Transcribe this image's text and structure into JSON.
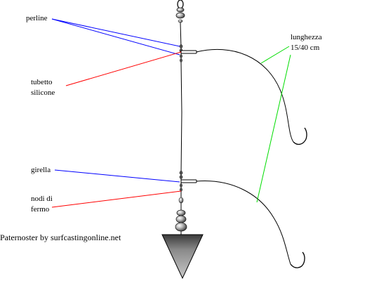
{
  "labels": {
    "perline": "perline",
    "tubetto_line1": "tubetto",
    "tubetto_line2": "silicone",
    "girella": "girella",
    "nodi_line1": "nodi di",
    "nodi_line2": "fermo",
    "lunghezza_line1": "lunghezza",
    "lunghezza_line2": "15/40 cm"
  },
  "caption": "Paternoster by surfcastingonline.net",
  "colors": {
    "perline_leader": "#0000ff",
    "tubetto_leader": "#ff0000",
    "girella_leader": "#0000ff",
    "nodi_leader": "#ff0000",
    "lunghezza_leader": "#00dd00",
    "line": "#000000",
    "swivel_silver": "#9a9a9a",
    "sinker": "#6e6e6e"
  },
  "icons": [
    "swivel-icon",
    "bead-icon",
    "hook-icon",
    "sinker-icon"
  ]
}
